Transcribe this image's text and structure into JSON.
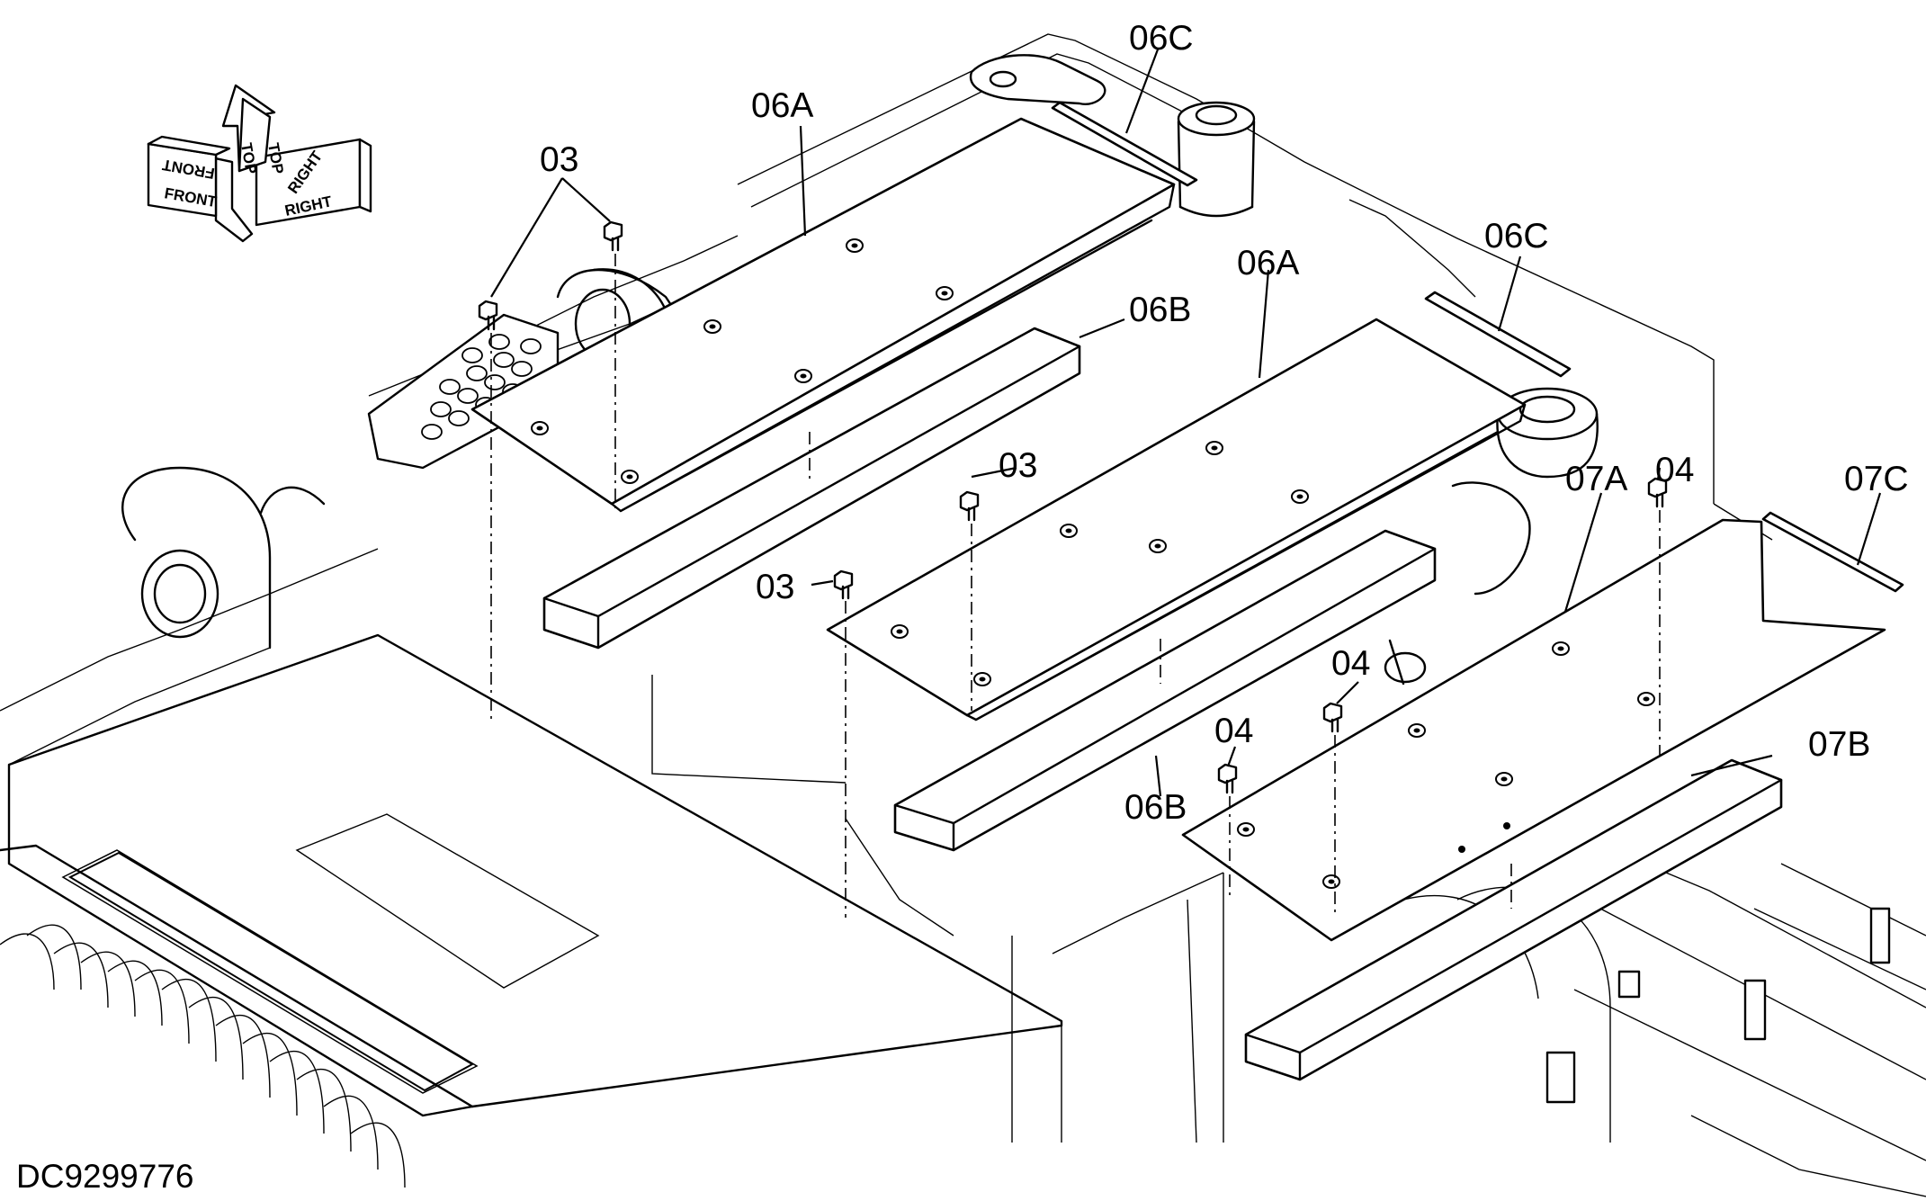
{
  "orientation": {
    "front": "FRONT",
    "top": "TOP",
    "right": "RIGHT"
  },
  "callouts": [
    {
      "id": "06C",
      "text": "06C"
    },
    {
      "id": "06A",
      "text": "06A"
    },
    {
      "id": "03",
      "text": "03"
    },
    {
      "id": "06B",
      "text": "06B"
    },
    {
      "id": "04",
      "text": "04"
    },
    {
      "id": "07A",
      "text": "07A"
    },
    {
      "id": "07C",
      "text": "07C"
    },
    {
      "id": "07B",
      "text": "07B"
    }
  ],
  "drawing_code": "DC9299776"
}
